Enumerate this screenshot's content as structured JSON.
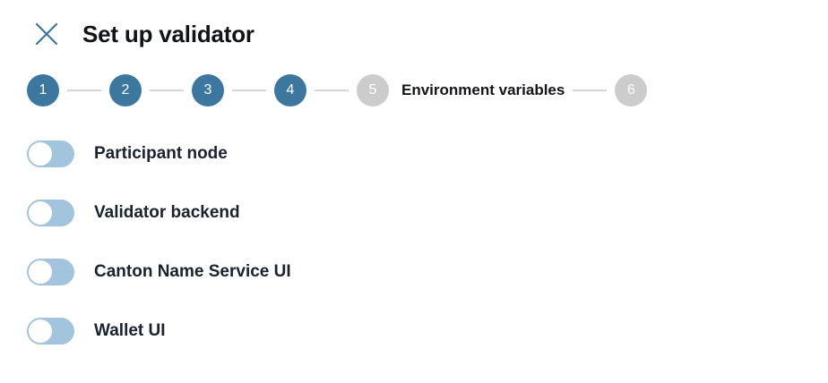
{
  "header": {
    "close_icon": "close-icon",
    "title": "Set up validator"
  },
  "stepper": {
    "steps": [
      {
        "number": "1",
        "state": "done",
        "label": ""
      },
      {
        "number": "2",
        "state": "done",
        "label": ""
      },
      {
        "number": "3",
        "state": "done",
        "label": ""
      },
      {
        "number": "4",
        "state": "done",
        "label": ""
      },
      {
        "number": "5",
        "state": "pending",
        "label": "Environment variables"
      },
      {
        "number": "6",
        "state": "pending",
        "label": ""
      }
    ]
  },
  "options": {
    "rows": [
      {
        "label": "Participant node",
        "enabled": false
      },
      {
        "label": "Validator backend",
        "enabled": false
      },
      {
        "label": "Canton Name Service UI",
        "enabled": false
      },
      {
        "label": "Wallet UI",
        "enabled": false
      }
    ]
  },
  "colors": {
    "accent": "#3b779f",
    "pending": "#cccccc",
    "connector": "#d6d6d6",
    "switch_track": "#a3c4dd",
    "switch_knob": "#ffffff",
    "text": "#111419",
    "background": "#ffffff"
  }
}
